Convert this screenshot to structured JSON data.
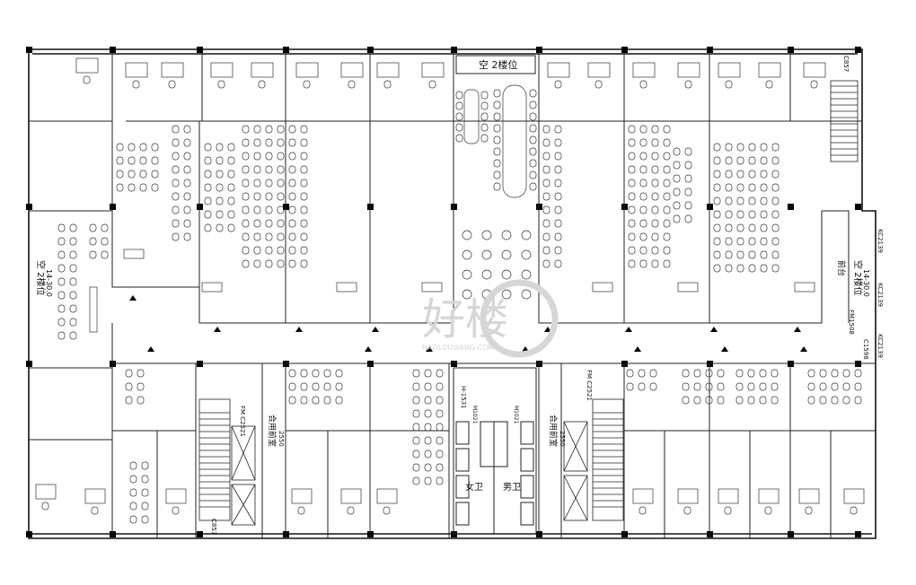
{
  "labels": {
    "top_hall": "空 2楼位",
    "left_hall": "空 2楼位",
    "left_hall_sub": "14-30.0",
    "right_hall": "空 2楼位",
    "right_hall_sub": "14-30.0",
    "right_code_a": "前台",
    "right_code_b": "FM1508",
    "right_code_c": "KC2139",
    "right_code_d": "KC2139",
    "right_code_e": "KC2139",
    "stair_left_code": "FM C2521",
    "stair_left_bottom": "C857",
    "stair_right_code": "FM C2521",
    "stair_top_right": "C857",
    "wc_left_title": "合用前室",
    "wc_left_sub": "2550",
    "wc_right_title": "合用前室",
    "wc_right_sub": "2550",
    "toilet_female": "女卫",
    "toilet_male": "男卫",
    "toilet_code": "H-1531",
    "toilet_code_b": "M1021",
    "toilet_code_c": "M1021",
    "right_vert_code": "C1598"
  },
  "watermark": {
    "text": "好楼",
    "sub": "HAOLOUWANG.COM"
  },
  "colors": {
    "line": "#111111",
    "wall": "#000000",
    "watermark": "#d6d6d6"
  }
}
